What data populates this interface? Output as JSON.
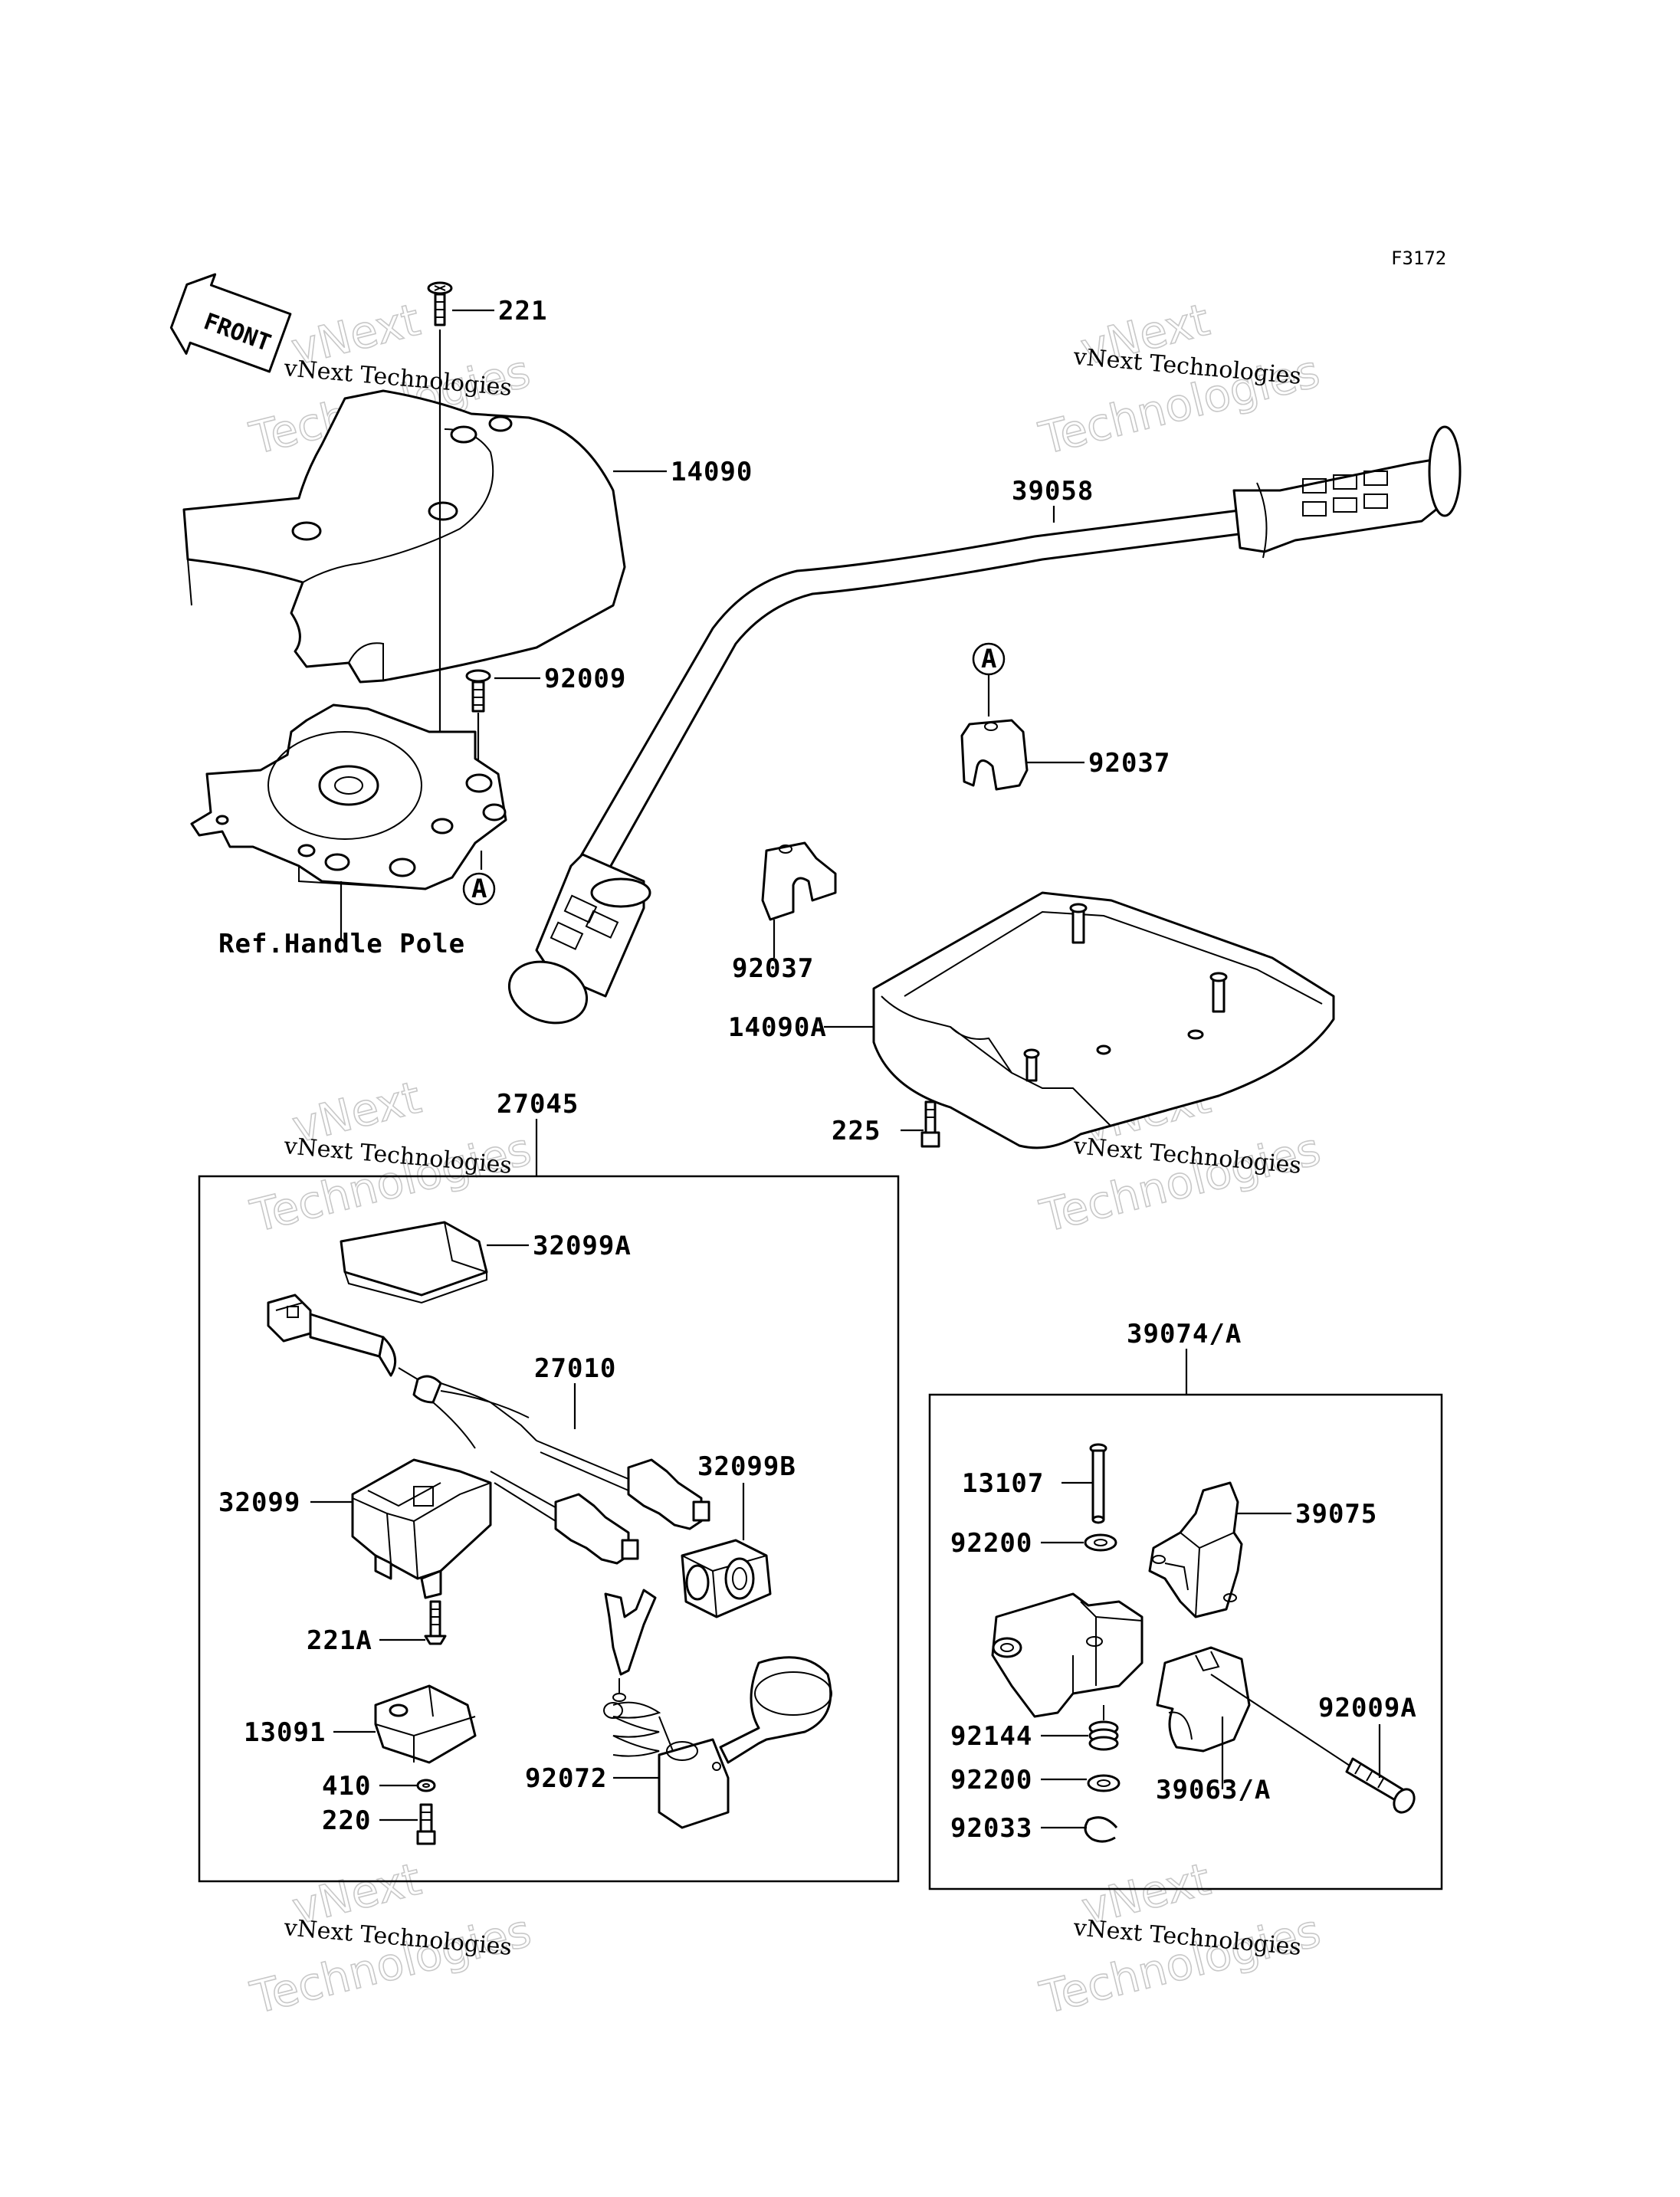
{
  "figure_code": "F3172",
  "front_label": "FRONT",
  "ref_note": "Ref.Handle Pole",
  "watermark": {
    "line1": "vNext Technologies",
    "line2": "vNext",
    "line3": "Technologies"
  },
  "callouts": {
    "p221": "221",
    "p14090": "14090",
    "p92009": "92009",
    "p39058": "39058",
    "pA1": "A",
    "pA2": "A",
    "p92037a": "92037",
    "p92037b": "92037",
    "p14090A": "14090A",
    "p225": "225",
    "p27045": "27045",
    "p32099A": "32099A",
    "p27010": "27010",
    "p32099B": "32099B",
    "p32099": "32099",
    "p221A": "221A",
    "p13091": "13091",
    "p410": "410",
    "p220": "220",
    "p92072": "92072",
    "p39074A": "39074/A",
    "p13107": "13107",
    "p39075": "39075",
    "p92200a": "92200",
    "p92009A": "92009A",
    "p92144": "92144",
    "p92200b": "92200",
    "p39063A": "39063/A",
    "p92033": "92033"
  }
}
